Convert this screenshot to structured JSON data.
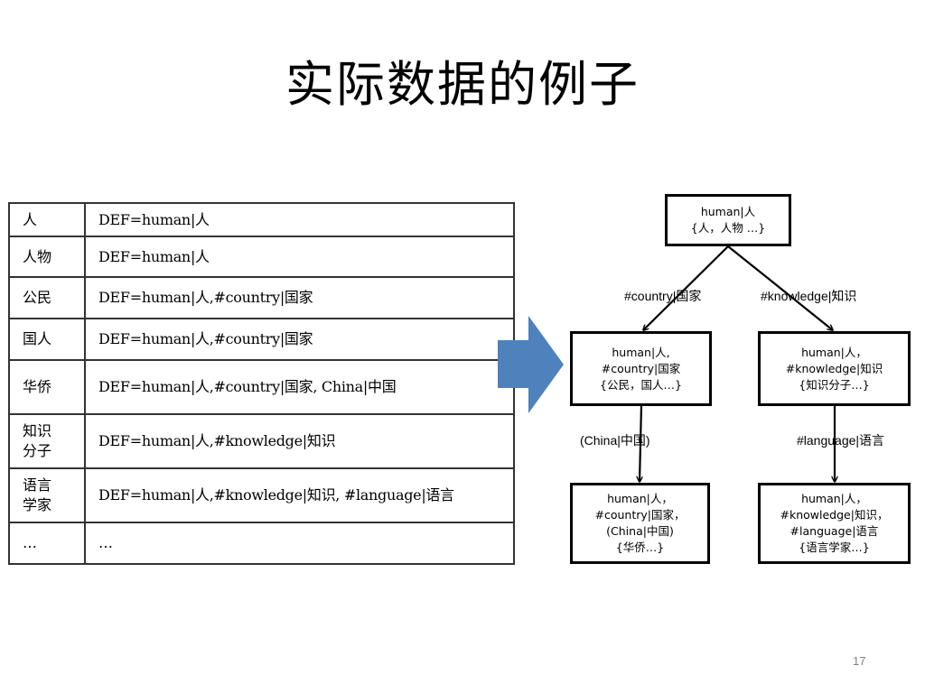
{
  "slide": {
    "title": "实际数据的例子",
    "page_number": "17"
  },
  "table": {
    "rows": [
      {
        "word": "人",
        "def": "DEF=human|人"
      },
      {
        "word": "人物",
        "def": "DEF=human|人"
      },
      {
        "word": "公民",
        "def": "DEF=human|人,#country|国家"
      },
      {
        "word": "国人",
        "def": "DEF=human|人,#country|国家"
      },
      {
        "word": "华侨",
        "def": "DEF=human|人,#country|国家, China|中国"
      },
      {
        "word": "知识\n分子",
        "def": "DEF=human|人,#knowledge|知识"
      },
      {
        "word": "语言\n学家",
        "def": "DEF=human|人,#knowledge|知识, #language|语言"
      },
      {
        "word": "…",
        "def": "…"
      }
    ]
  },
  "arrow": {
    "color": "#4F81BD",
    "icon": "right-block-arrow-icon"
  },
  "tree": {
    "nodes": {
      "root": {
        "lines": [
          "human|人",
          "{人，人物 …}"
        ]
      },
      "country": {
        "lines": [
          "human|人,",
          "#country|国家",
          "{公民，国人…}"
        ]
      },
      "knowledge": {
        "lines": [
          "human|人，",
          "#knowledge|知识",
          "{知识分子…}"
        ]
      },
      "china": {
        "lines": [
          "human|人，",
          "#country|国家，",
          "(China|中国)",
          "{华侨…}"
        ]
      },
      "language": {
        "lines": [
          "human|人，",
          "#knowledge|知识，",
          "#language|语言",
          "{语言学家…}"
        ]
      }
    },
    "edges": {
      "country": "#country|国家",
      "knowledge": "#knowledge|知识",
      "china": "(China|中国)",
      "language": "#language|语言"
    }
  }
}
